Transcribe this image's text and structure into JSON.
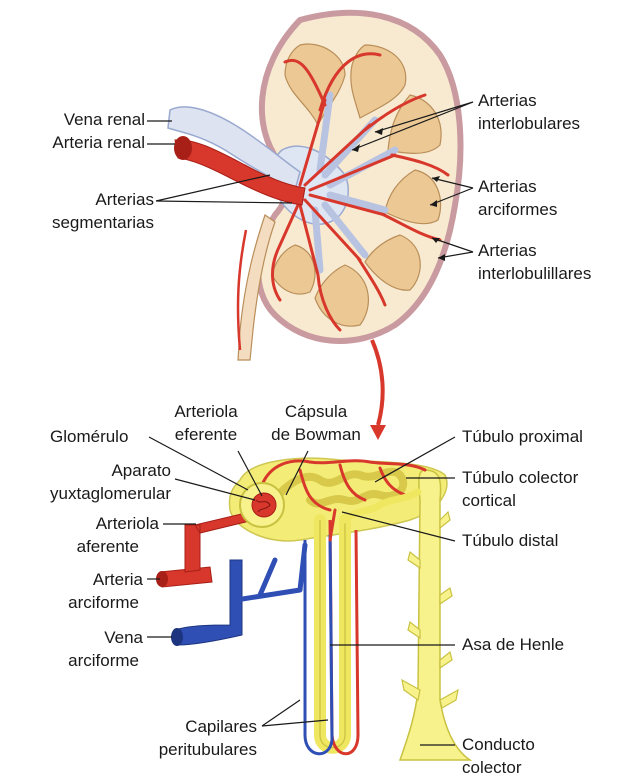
{
  "labels": {
    "vena_renal": "Vena renal",
    "arteria_renal": "Arteria renal",
    "arterias_segmentarias_1": "Arterias",
    "arterias_segmentarias_2": "segmentarias",
    "arterias_interlobulares_1": "Arterias",
    "arterias_interlobulares_2": "interlobulares",
    "arterias_arciformes_1": "Arterias",
    "arterias_arciformes_2": "arciformes",
    "arterias_interlobulillares_1": "Arterias",
    "arterias_interlobulillares_2": "interlobulillares",
    "arteriola_eferente_1": "Arteriola",
    "arteriola_eferente_2": "eferente",
    "capsula_bowman_1": "Cápsula",
    "capsula_bowman_2": "de Bowman",
    "glomerulo": "Glomérulo",
    "aparato_1": "Aparato",
    "aparato_2": "yuxtaglomerular",
    "arteriola_aferente_1": "Arteriola",
    "arteriola_aferente_2": "aferente",
    "arteria_arciforme_1": "Arteria",
    "arteria_arciforme_2": "arciforme",
    "vena_arciforme_1": "Vena",
    "vena_arciforme_2": "arciforme",
    "capilares_1": "Capilares",
    "capilares_2": "peritubulares",
    "tubulo_proximal": "Túbulo proximal",
    "tubulo_colector_1": "Túbulo colector",
    "tubulo_colector_2": "cortical",
    "tubulo_distal": "Túbulo distal",
    "asa_henle": "Asa de Henle",
    "conducto_1": "Conducto",
    "conducto_2": "colector"
  },
  "colors": {
    "artery": "#d8372c",
    "vein": "#2f4fb5",
    "renal_vein": "#dde3f1",
    "tubule": "#f2ec6a",
    "tubule_edge": "#c9c140",
    "cortex": "#f7e7c8",
    "pyramid": "#e9c99a",
    "capsule": "#cfa3a6",
    "leader": "#1a1a1a"
  }
}
